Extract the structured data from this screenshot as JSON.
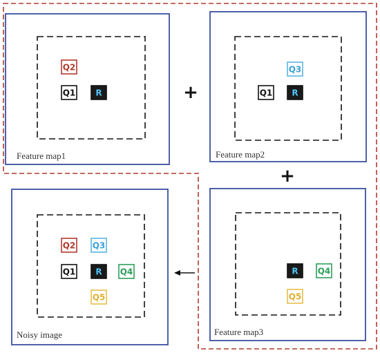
{
  "panels": [
    {
      "id": "feature-map1",
      "label": "Feature map1",
      "boxes": [
        {
          "id": "q2",
          "text": "Q2",
          "style": "q2"
        },
        {
          "id": "q1",
          "text": "Q1",
          "style": "q1"
        },
        {
          "id": "r",
          "text": "R",
          "style": "r"
        }
      ]
    },
    {
      "id": "feature-map2",
      "label": "Feature map2",
      "boxes": [
        {
          "id": "q3",
          "text": "Q3",
          "style": "q3"
        },
        {
          "id": "q1",
          "text": "Q1",
          "style": "q1"
        },
        {
          "id": "r",
          "text": "R",
          "style": "r"
        }
      ]
    },
    {
      "id": "noisy-image",
      "label": "Noisy image",
      "boxes": [
        {
          "id": "q2",
          "text": "Q2",
          "style": "q2"
        },
        {
          "id": "q3",
          "text": "Q3",
          "style": "q3"
        },
        {
          "id": "q1",
          "text": "Q1",
          "style": "q1"
        },
        {
          "id": "r",
          "text": "R",
          "style": "r"
        },
        {
          "id": "q4",
          "text": "Q4",
          "style": "q4"
        },
        {
          "id": "q5",
          "text": "Q5",
          "style": "q5"
        }
      ]
    },
    {
      "id": "feature-map3",
      "label": "Feature map3",
      "boxes": [
        {
          "id": "r",
          "text": "R",
          "style": "r"
        },
        {
          "id": "q4",
          "text": "Q4",
          "style": "q4"
        },
        {
          "id": "q5",
          "text": "Q5",
          "style": "q5"
        }
      ]
    }
  ],
  "operators": {
    "plus_1": "+",
    "plus_2": "+"
  },
  "styles": {
    "q1": {
      "stroke": "#111111",
      "fill": "#ffffff",
      "text": "#111111"
    },
    "q2": {
      "stroke": "#b03a2e",
      "fill": "#ffffff",
      "text": "#b03a2e"
    },
    "q3": {
      "stroke": "#5ab4e0",
      "fill": "#ffffff",
      "text": "#3a9fd6"
    },
    "q4": {
      "stroke": "#2e9e5b",
      "fill": "#ffffff",
      "text": "#2e9e5b"
    },
    "q5": {
      "stroke": "#e8c04a",
      "fill": "#ffffff",
      "text": "#e0b030"
    },
    "r": {
      "stroke": "#111111",
      "fill": "#1a1a1a",
      "text": "#4fc3f7"
    }
  },
  "colors": {
    "panel_border": "#3a4fa0",
    "group_border": "#b03a2e",
    "dashed_region": "#111111",
    "arrow": "#111111"
  }
}
